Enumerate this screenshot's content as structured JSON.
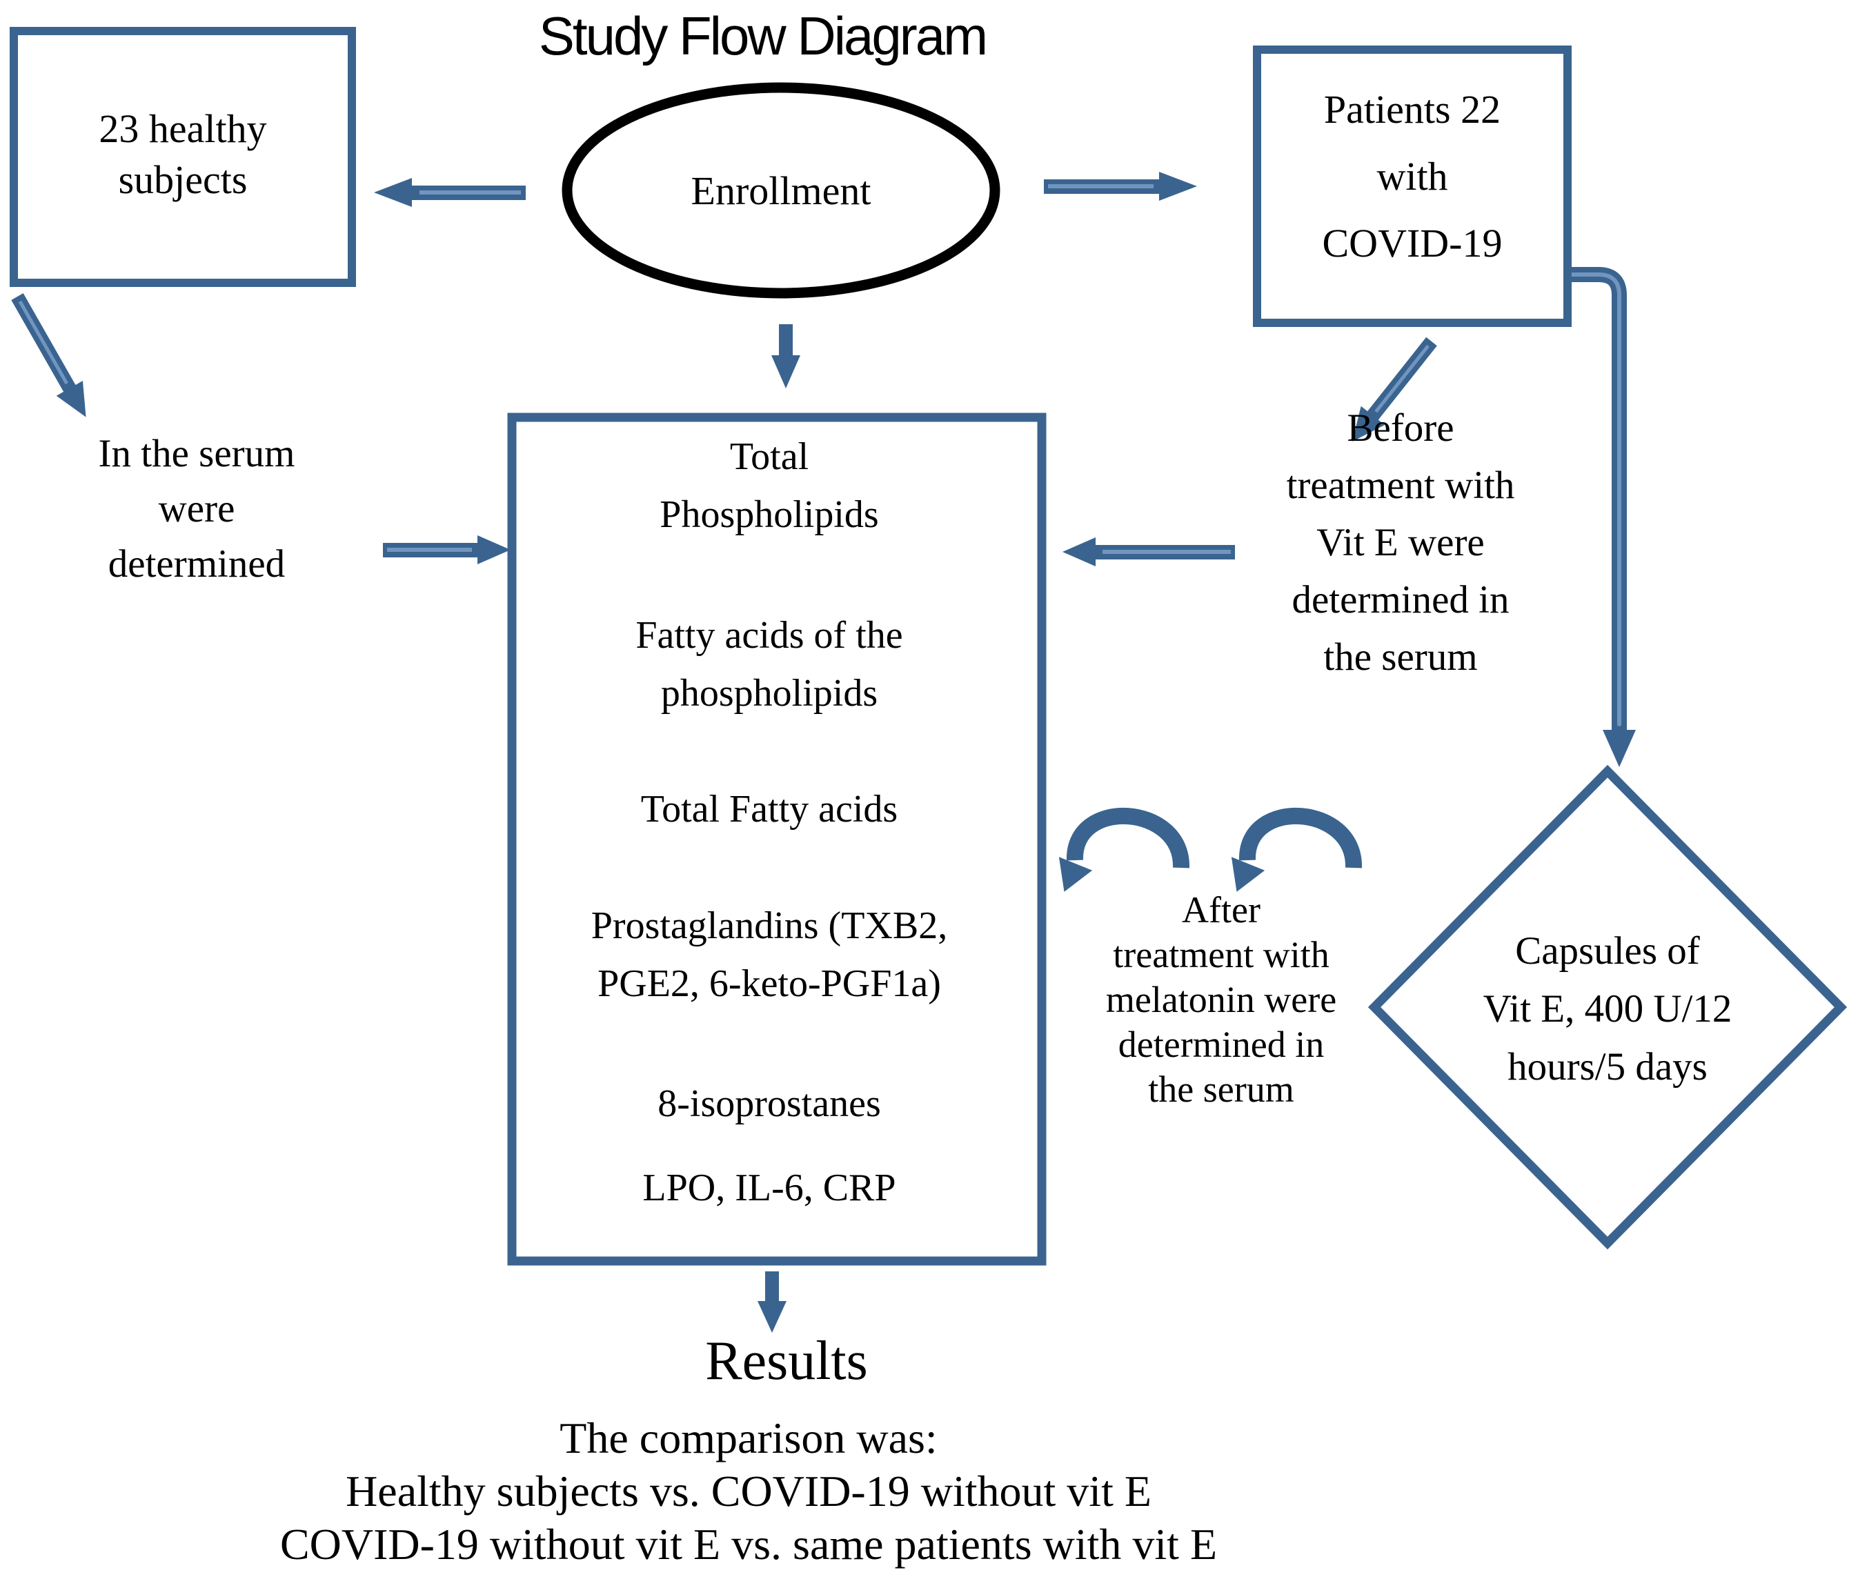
{
  "title": "Study Flow Diagram",
  "colors": {
    "accent_blue": "#3A648F",
    "accent_blue_light": "#7096C0",
    "ellipse_stroke": "#000000",
    "text": "#000000",
    "background": "#FFFFFF"
  },
  "nodes": {
    "enrollment": {
      "label": "Enrollment"
    },
    "healthy": {
      "lines": [
        "23 healthy",
        "subjects"
      ]
    },
    "patients": {
      "lines": [
        "Patients 22",
        "with",
        "COVID-19"
      ]
    },
    "serum_left": {
      "lines": [
        "In the serum",
        "were",
        "determined"
      ]
    },
    "before": {
      "lines": [
        "Before",
        "treatment with",
        "Vit E were",
        "determined in",
        "the serum"
      ]
    },
    "measurements": {
      "items": [
        {
          "lines": [
            "Total",
            "Phospholipids"
          ]
        },
        {
          "lines": [
            "Fatty acids of the",
            "phospholipids"
          ]
        },
        {
          "lines": [
            "Total Fatty acids"
          ]
        },
        {
          "lines": [
            "Prostaglandins (TXB2,",
            "PGE2, 6-keto-PGF1a)"
          ]
        },
        {
          "lines": [
            "8-isoprostanes"
          ]
        },
        {
          "lines": [
            "LPO, IL-6, CRP"
          ]
        }
      ]
    },
    "after": {
      "lines": [
        "After",
        "treatment with",
        "melatonin were",
        "determined  in",
        "the serum"
      ]
    },
    "capsules": {
      "lines": [
        "Capsules of",
        "Vit E, 400 U/12",
        "hours/5 days"
      ]
    },
    "results": {
      "label": "Results"
    },
    "comparison": {
      "lines": [
        "The comparison was:",
        "Healthy subjects vs. COVID-19 without vit E",
        "COVID-19 without vit E vs. same patients with vit E"
      ]
    }
  }
}
